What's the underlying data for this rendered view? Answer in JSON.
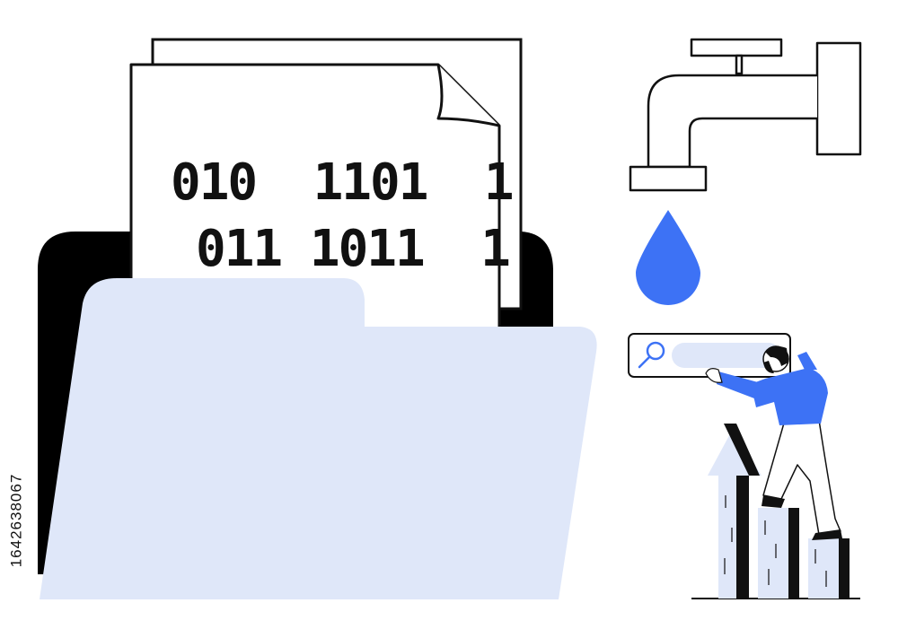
{
  "document": {
    "binary_line_1": "010  1101  1",
    "binary_line_2": "011 1011  1"
  },
  "stock_id": "1642638067",
  "colors": {
    "folder_front": "#dfe7f9",
    "folder_back": "#000000",
    "accent_blue": "#3d72f5",
    "search_bar_fill": "#dfe7f9",
    "outline": "#111111"
  },
  "icons": {
    "faucet": "faucet-icon",
    "drop": "water-drop-icon",
    "search": "magnifier-icon"
  }
}
